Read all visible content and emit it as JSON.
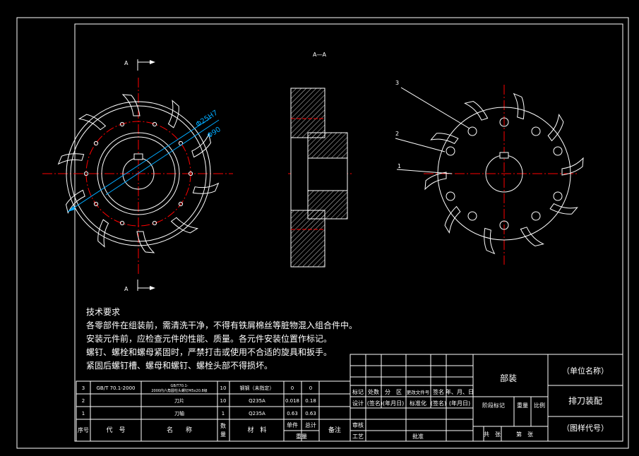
{
  "views": {
    "section_mark_top": "A",
    "section_mark_bottom": "A",
    "section_title": "A—A",
    "dim_phi_small": "Φ25H7",
    "dim_phi_large": "Φ90",
    "callout_1": "1",
    "callout_2": "2",
    "callout_3": "3"
  },
  "tech": {
    "title": "技术要求",
    "lines": [
      "各零部件在组装前，需清洗干净，不得有铁屑棉丝等脏物混入组合件中。",
      "安装元件前，应检查元件的性能、质量。各元件安装位置作标记。",
      "螺钉、螺栓和螺母紧固时，严禁打击或使用不合适的旋具和扳手。",
      "紧固后螺钉槽、螺母和螺钉、螺栓头部不得损坏。"
    ]
  },
  "bom": {
    "rows": [
      {
        "no": "3",
        "code": "GB/T 70.1-2000",
        "name_l1": "GB/T70.1-",
        "name_l2": "2000内六角圆柱头螺钉M5x20.8级",
        "qty": "10",
        "material": "钢钢（未指定）",
        "unit_mass": "0",
        "total_mass": "0"
      },
      {
        "no": "2",
        "code": "",
        "name_l1": "刀片",
        "name_l2": "",
        "qty": "10",
        "material": "Q235A",
        "unit_mass": "0.018",
        "total_mass": "0.18"
      },
      {
        "no": "1",
        "code": "",
        "name_l1": "刀轴",
        "name_l2": "",
        "qty": "1",
        "material": "Q235A",
        "unit_mass": "0.63",
        "total_mass": "0.63"
      }
    ],
    "header": {
      "no": "序号",
      "code": "代　号",
      "name": "名　　称",
      "qty_l1": "数",
      "qty_l2": "量",
      "material": "材　料",
      "unit": "单件",
      "total": "总计",
      "mass": "重量",
      "remark": "备注"
    }
  },
  "titleblock": {
    "drawing_type": "部装",
    "unit_name": "（单位名称）",
    "drawing_name": "排刀装配",
    "drawing_code": "（图样代号）",
    "r_mark": "标记",
    "r_count": "处数",
    "r_zone": "分　区",
    "r_docno": "更改文件号",
    "r_sign": "签名",
    "r_date": "年、月、日",
    "r_design": "设计",
    "r_sign_date": "(签名)(年月日)",
    "r_standard": "标准化",
    "r_sign2": "(签名)",
    "r_date2": "(年月日)",
    "r_check": "审核",
    "r_craft": "工艺",
    "r_approve": "批准",
    "stage": "阶段标记",
    "weight": "重量",
    "scale": "比例",
    "sheets_total": "共　张",
    "sheet_no": "第　张"
  }
}
